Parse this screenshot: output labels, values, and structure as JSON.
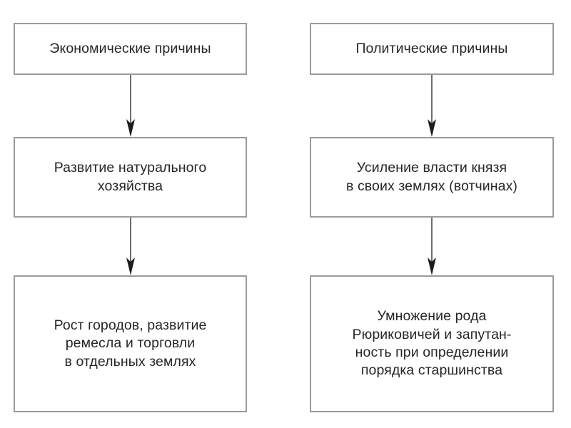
{
  "diagram": {
    "type": "flowchart",
    "orientation": "two-column-top-down",
    "background_color": "#ffffff",
    "box_border_color": "#9b9b9b",
    "text_color": "#262626",
    "arrow_color": "#1d1d1d",
    "columns": [
      {
        "id": "economic",
        "nodes": [
          {
            "id": "econ-1",
            "label": "Экономические причины"
          },
          {
            "id": "econ-2",
            "label": "Развитие натурального\nхозяйства"
          },
          {
            "id": "econ-3",
            "label": "Рост городов, развитие\nремесла и торговли\nв отдельных землях"
          }
        ],
        "connectors": [
          {
            "id": "econ-arrow-1",
            "from": "econ-1",
            "to": "econ-2",
            "direction": "down"
          },
          {
            "id": "econ-arrow-2",
            "from": "econ-2",
            "to": "econ-3",
            "direction": "down"
          }
        ]
      },
      {
        "id": "political",
        "nodes": [
          {
            "id": "pol-1",
            "label": "Политические причины"
          },
          {
            "id": "pol-2",
            "label": "Усиление власти князя\nв своих землях (вотчинах)"
          },
          {
            "id": "pol-3",
            "label": "Умножение рода\nРюриковичей и запутан-\nность при определении\nпорядка старшинства"
          }
        ],
        "connectors": [
          {
            "id": "pol-arrow-1",
            "from": "pol-1",
            "to": "pol-2",
            "direction": "down"
          },
          {
            "id": "pol-arrow-2",
            "from": "pol-2",
            "to": "pol-3",
            "direction": "down"
          }
        ]
      }
    ]
  }
}
